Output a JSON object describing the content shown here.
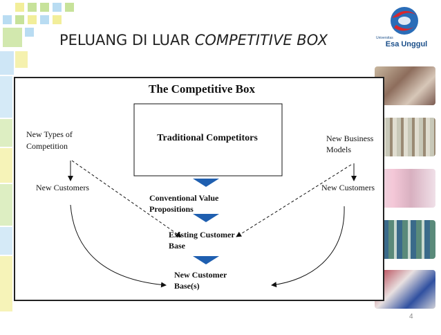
{
  "slide": {
    "title_plain": "PELUANG DI LUAR ",
    "title_italic": "COMPETITIVE BOX",
    "page_number": "4"
  },
  "logo": {
    "university_small": "Universitas",
    "name": "Esa Unggul"
  },
  "diagram": {
    "heading": "The Competitive Box",
    "box_label": "Traditional Competitors",
    "left_top_line1": "New Types of",
    "left_top_line2": "Competition",
    "left_customers": "New Customers",
    "right_top_line1": "New Business",
    "right_top_line2": "Models",
    "right_customers": "New Customers",
    "step1_line1": "Conventional Value",
    "step1_line2": "Propositions",
    "step2_line1": "Existing Customer",
    "step2_line2": "Base",
    "step3_line1": "New Customer",
    "step3_line2": "Base(s)"
  },
  "colors": {
    "arrow_blue": "#1f5fb0",
    "logo_blue": "#1b4f8a",
    "logo_red": "#d9262c",
    "deco_green": "#c7e29a",
    "deco_blue": "#b9dcf2",
    "deco_yellow": "#f2ee9a"
  }
}
